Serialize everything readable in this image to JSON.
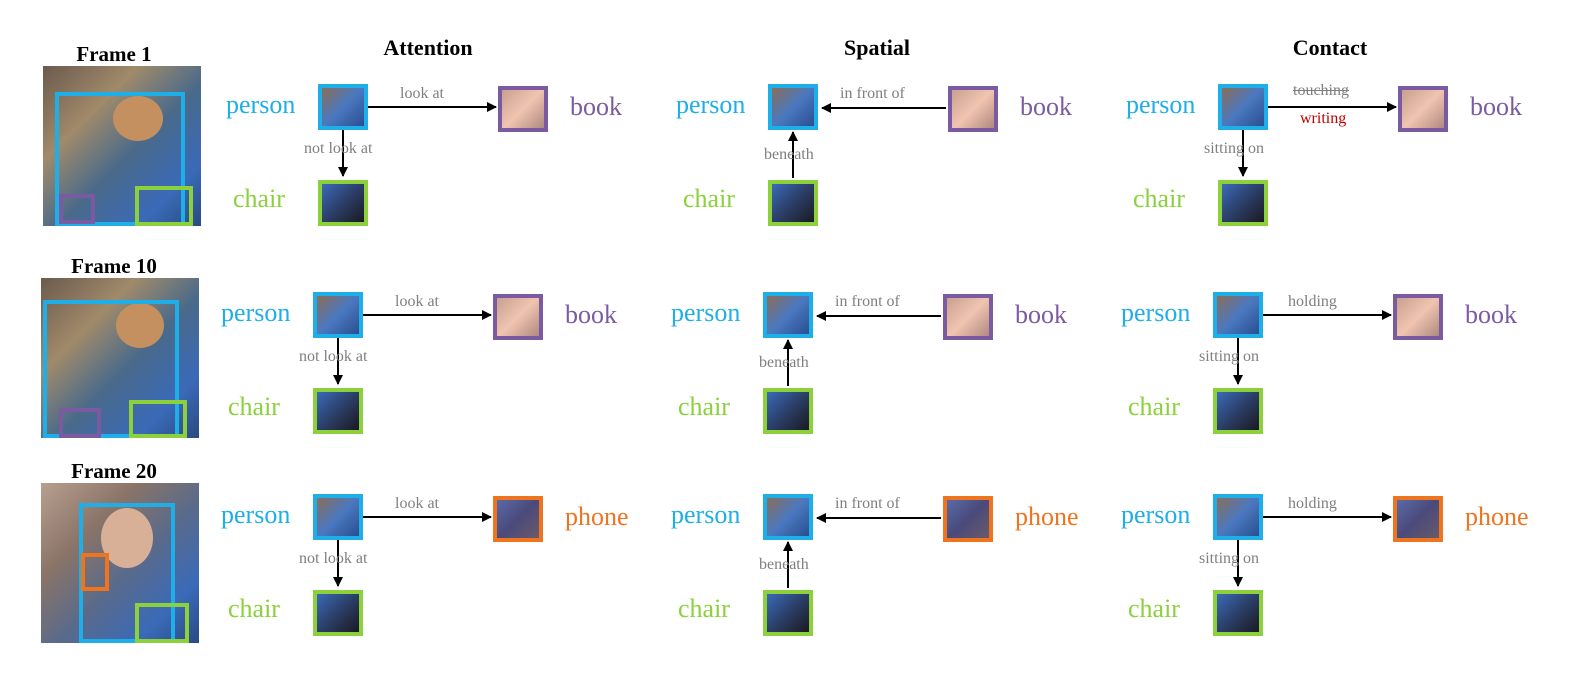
{
  "columns": [
    "Attention",
    "Spatial",
    "Contact"
  ],
  "colors": {
    "person": "#1eaee8",
    "book": "#7a5aa0",
    "chair": "#8cd13c",
    "phone": "#ef7420",
    "edge_text": "#7f7f7f",
    "highlight": "#c00000"
  },
  "frames": [
    {
      "title": "Frame 1",
      "object": "book",
      "attention": {
        "subject": "person",
        "object": "book",
        "chair": "chair",
        "obj_rel": "look at",
        "chair_rel": "not look at"
      },
      "spatial": {
        "subject": "person",
        "object": "book",
        "chair": "chair",
        "obj_rel": "in front of",
        "chair_rel": "beneath"
      },
      "contact": {
        "subject": "person",
        "object": "book",
        "chair": "chair",
        "obj_rel": "touching",
        "obj_rel_corrected": "writing",
        "chair_rel": "sitting on"
      }
    },
    {
      "title": "Frame 10",
      "object": "book",
      "attention": {
        "subject": "person",
        "object": "book",
        "chair": "chair",
        "obj_rel": "look at",
        "chair_rel": "not look at"
      },
      "spatial": {
        "subject": "person",
        "object": "book",
        "chair": "chair",
        "obj_rel": "in front of",
        "chair_rel": "beneath"
      },
      "contact": {
        "subject": "person",
        "object": "book",
        "chair": "chair",
        "obj_rel": "holding",
        "chair_rel": "sitting on"
      }
    },
    {
      "title": "Frame 20",
      "object": "phone",
      "attention": {
        "subject": "person",
        "object": "phone",
        "chair": "chair",
        "obj_rel": "look at",
        "chair_rel": "not look at"
      },
      "spatial": {
        "subject": "person",
        "object": "phone",
        "chair": "chair",
        "obj_rel": "in front of",
        "chair_rel": "beneath"
      },
      "contact": {
        "subject": "person",
        "object": "phone",
        "chair": "chair",
        "obj_rel": "holding",
        "chair_rel": "sitting on"
      }
    }
  ]
}
